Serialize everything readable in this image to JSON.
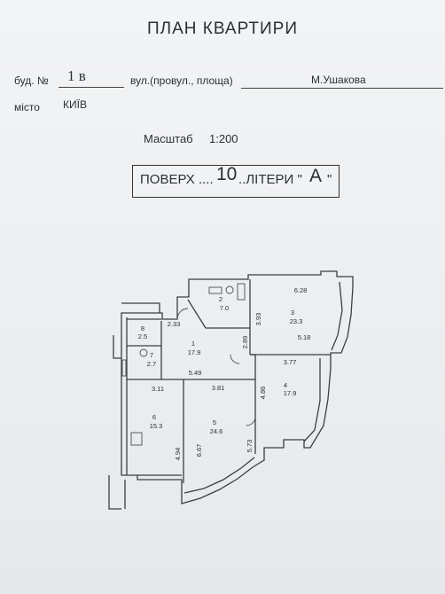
{
  "title": "ПЛАН КВАРТИРИ",
  "building": {
    "label": "буд. №",
    "number": "1 в",
    "street_label": "вул.(провул., площа)",
    "street": "М.Ушакова"
  },
  "city": {
    "label": "місто",
    "value": "КИЇВ"
  },
  "scale": {
    "label": "Масштаб",
    "value": "1:200"
  },
  "floor": {
    "prefix": "ПОВЕРХ ....",
    "number": "10",
    "mid": "..ЛІТЕРИ \"",
    "letter": "А",
    "suffix": "\""
  },
  "plan": {
    "rooms": [
      {
        "id": "1",
        "area": "17.9"
      },
      {
        "id": "2",
        "area": "7.0"
      },
      {
        "id": "3",
        "area": "23.3"
      },
      {
        "id": "4",
        "area": "17.9"
      },
      {
        "id": "5",
        "area": "24.6"
      },
      {
        "id": "6",
        "area": "15.3"
      },
      {
        "id": "7",
        "area": "2.7"
      },
      {
        "id": "8",
        "area": "2.5"
      }
    ],
    "dimensions": [
      "6.28",
      "2.33",
      "3.93",
      "5.18",
      "2.89",
      "3.77",
      "5.49",
      "3.11",
      "3.81",
      "4.86",
      "6.67",
      "5.73",
      "4.94"
    ]
  }
}
